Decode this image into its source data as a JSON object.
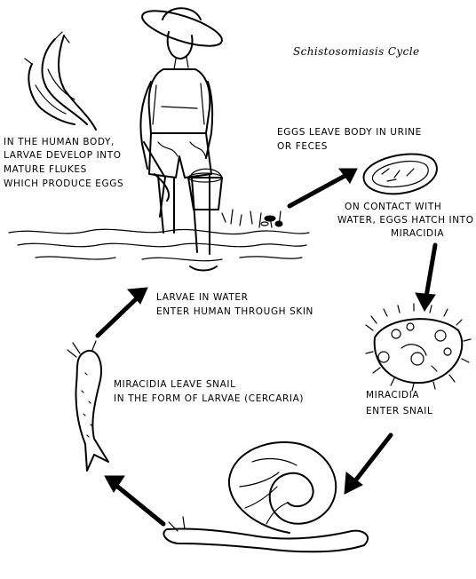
{
  "title": "Schistosomiasis Cycle",
  "labels": {
    "flukes": [
      "IN THE HUMAN BODY,",
      "LARVAE DEVELOP INTO",
      "MATURE FLUKES",
      "WHICH PRODUCE EGGS"
    ],
    "eggs_leave": [
      "EGGS  LEAVE  BODY  IN  URINE",
      "OR  FECES"
    ],
    "hatch": [
      "ON CONTACT WITH",
      "WATER, EGGS HATCH INTO",
      "MIRACIDIA"
    ],
    "enter_snail": [
      "MIRACIDIA",
      "ENTER  SNAIL"
    ],
    "leave_snail": [
      "MIRACIDIA  LEAVE  SNAIL",
      "IN THE FORM OF LARVAE (CERCARIA)"
    ],
    "enter_human": [
      "LARVAE  IN  WATER",
      "ENTER  HUMAN  THROUGH  SKIN"
    ]
  },
  "icons": [
    "human-figure-icon",
    "fluke-worms-icon",
    "egg-icon",
    "miracidium-icon",
    "snail-icon",
    "cercaria-icon"
  ]
}
